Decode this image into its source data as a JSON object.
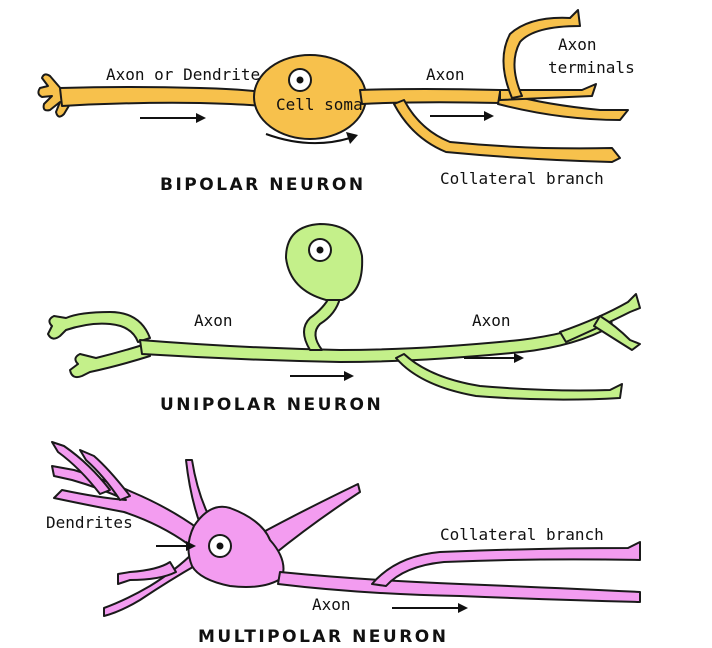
{
  "colors": {
    "bipolar": "#f7c14c",
    "unipolar": "#c4f08a",
    "multipolar": "#f39cf0",
    "outline": "#1a1a1a",
    "nucleus_ring": "#ffffff",
    "nucleus_dot": "#111111"
  },
  "bipolar": {
    "title": "BIPOLAR NEURON",
    "label_axon_or_dendrite": "Axon or Dendrite",
    "label_cell_soma": "Cell soma",
    "label_axon": "Axon",
    "label_axon_terminals_line1": "Axon",
    "label_axon_terminals_line2": "terminals",
    "label_collateral": "Collateral branch"
  },
  "unipolar": {
    "title": "UNIPOLAR NEURON",
    "label_axon_left": "Axon",
    "label_axon_right": "Axon"
  },
  "multipolar": {
    "title": "MULTIPOLAR NEURON",
    "label_dendrites": "Dendrites",
    "label_axon": "Axon",
    "label_collateral": "Collateral branch"
  }
}
